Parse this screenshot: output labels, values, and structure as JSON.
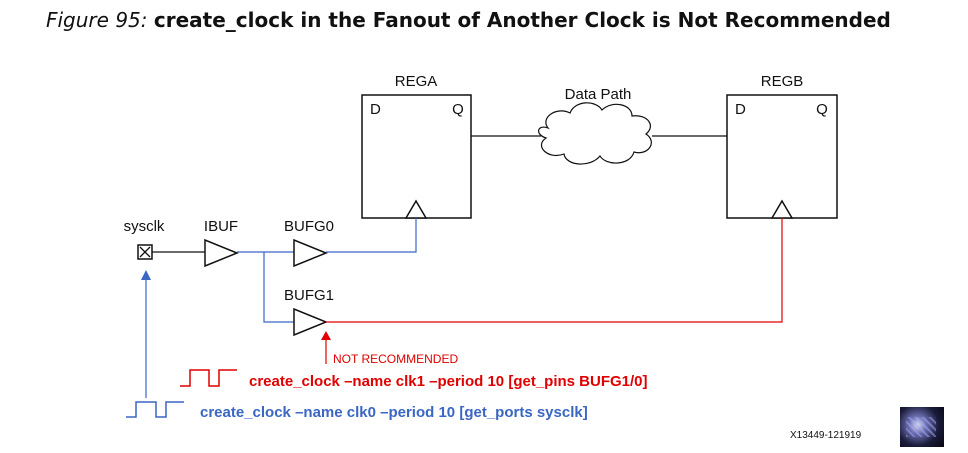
{
  "title": {
    "figure_number": "Figure 95:",
    "text": "create_clock in the Fanout of Another Clock is Not Recommended"
  },
  "registers": {
    "rega": {
      "name": "REGA",
      "d": "D",
      "q": "Q"
    },
    "regb": {
      "name": "REGB",
      "d": "D",
      "q": "Q"
    }
  },
  "data_path_label": "Data Path",
  "port_label": "sysclk",
  "buffers": {
    "ibuf": "IBUF",
    "bufg0": "BUFG0",
    "bufg1": "BUFG1"
  },
  "warning_label": "NOT RECOMMENDED",
  "commands": {
    "clk1": "create_clock –name clk1 –period 10 [get_pins BUFG1/0]",
    "clk0": "create_clock –name clk0 –period 10 [get_ports sysclk]"
  },
  "figure_code": "X13449-121919",
  "colors": {
    "clk0": "#3a66c4",
    "clk1": "#e00000",
    "wire": "#111111"
  }
}
